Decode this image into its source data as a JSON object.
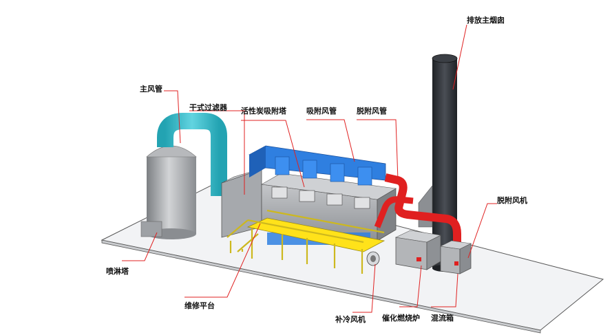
{
  "labels": {
    "exhaust_stack": "排放主烟囱",
    "main_duct": "主风管",
    "dry_filter": "干式过滤器",
    "carbon_tower": "活性炭吸附塔",
    "adsorption_duct": "吸附风管",
    "desorption_duct": "脱附风管",
    "desorption_fan": "脱附风机",
    "spray_tower": "喷淋塔",
    "platform": "维修平台",
    "cooling_fan": "补冷风机",
    "catalytic_burner": "催化燃烧炉",
    "mixing_box": "混流箱"
  },
  "colors": {
    "leader_line": "#e02020",
    "main_duct": "#3fc7d6",
    "adsorption_duct": "#2f7fe0",
    "desorption_duct": "#e02020",
    "stack": "#2b2e33",
    "platform_rail": "#d4c020",
    "carbon_fill": "#ffe21a",
    "equipment_gray": "#a9abae"
  }
}
